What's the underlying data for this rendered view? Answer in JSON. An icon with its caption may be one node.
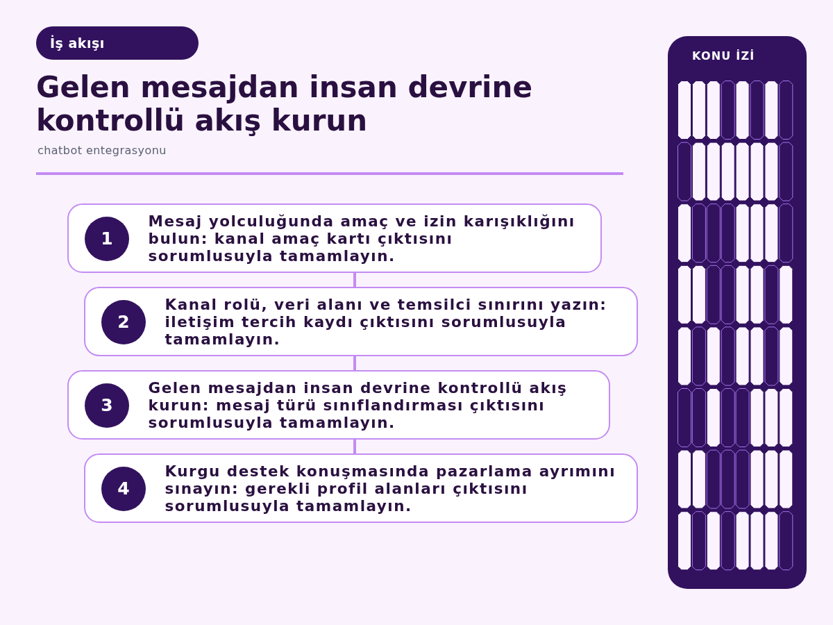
{
  "diagram": {
    "title": "Gelen mesajdan insan devrine kontrollü akış kurun",
    "nodes": [
      {
        "text": [
          "İş akışı"
        ]
      },
      {
        "text": [
          "Mesaj yolculuğunda amaç ve izin karışıklığını bulun: kanal amaç kartı çıktısını sorumlusuyla tamamlayın."
        ]
      },
      {
        "text": [
          "1"
        ],
        "in": 1
      },
      {
        "text": [
          "Kanal rolü, veri alanı ve temsilci sınırını yazın: iletişim tercih kaydı çıktısını sorumlusuyla tamamlayın."
        ]
      },
      {
        "text": [
          "2"
        ],
        "in": 3
      },
      {
        "text": [
          "Gelen mesajdan insan devrine kontrollü akış kurun: mesaj türü sınıflandırması çıktısını sorumlusuyla tamamlayın."
        ]
      },
      {
        "text": [
          "3"
        ],
        "in": 5
      },
      {
        "text": [
          "Kurgu destek konuşmasında pazarlama ayrımını sınayın: gerekli profil alanları çıktısını sorumlusuyla tamamlayın."
        ]
      },
      {
        "text": [
          "4"
        ],
        "in": 7
      },
      {
        "text": [
          "KONU İZİ"
        ]
      }
    ],
    "edges": [
      {
        "from": 1,
        "to": 3,
        "arrow": "none"
      },
      {
        "from": 3,
        "to": 5,
        "arrow": "none"
      },
      {
        "from": 5,
        "to": 7,
        "arrow": "none"
      }
    ],
    "labels": [
      "chatbot entegrasyonu"
    ]
  }
}
